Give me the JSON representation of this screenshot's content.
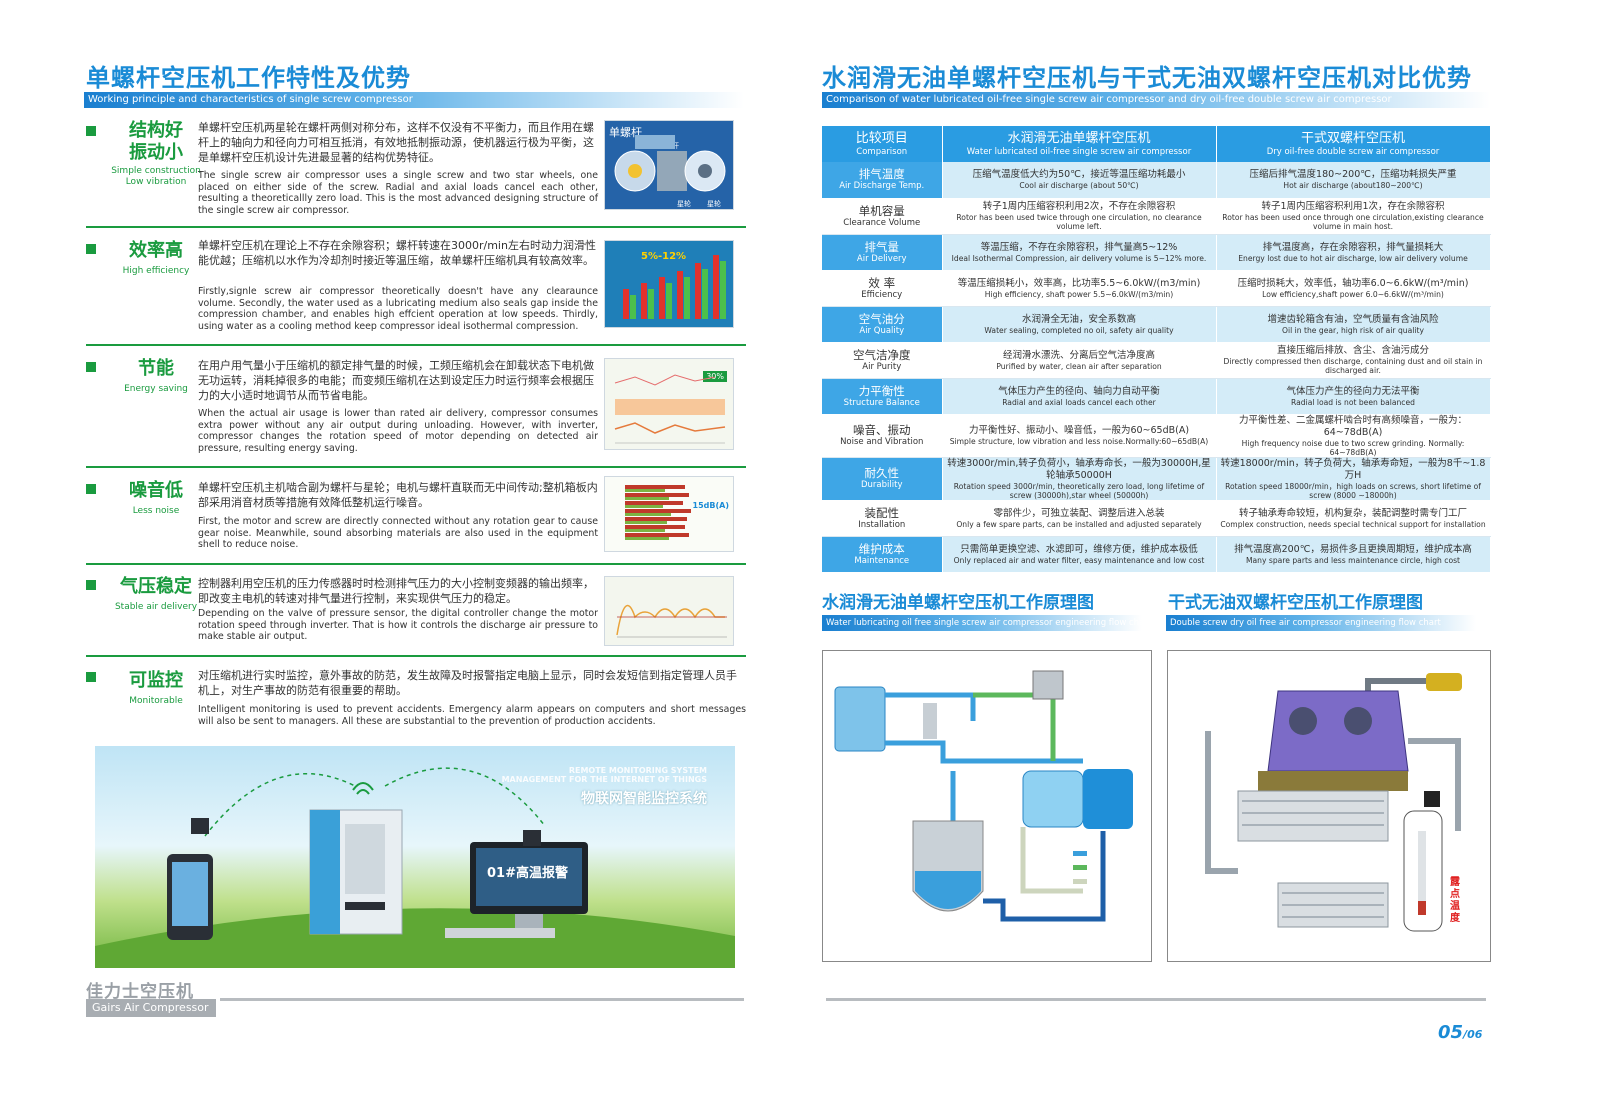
{
  "left": {
    "title": "单螺杆空压机工作特性及优势",
    "subtitle": "Working principle and characteristics of single screw compressor",
    "features": [
      {
        "title_zh": "结构好\n振动小",
        "title_en": "Simple construction\nLow vibration",
        "text_zh": "单螺杆空压机两星轮在螺杆两侧对称分布，这样不仅没有不平衡力，而且作用在螺杆上的轴向力和径向力可相互抵消，有效地抵制振动源，使机器运行极为平衡，这是单螺杆空压机设计先进最显著的结构优势特征。",
        "text_en": "The single screw air compressor uses a single screw and two star wheels, one placed on either side of the screw. Radial and axial loads cancel each other, resulting a theoreticallly zero load. This is the most advanced designing structure of the single screw air compressor.",
        "image_label": "单螺杆",
        "image_sublabels": [
          "螺杆",
          "星轮",
          "星轮"
        ]
      },
      {
        "title_zh": "效率高",
        "title_en": "High efficiency",
        "text_zh": "单螺杆空压机在理论上不存在余隙容积；螺杆转速在3000r/min左右时动力润滑性能优越；压缩机以水作为冷却剂时接近等温压缩，故单螺杆压缩机具有较高效率。",
        "text_en": "Firstly,signle screw air compressor theoretically doesn't have any clearaunce volume. Secondly, the water used as a lubricating medium also seals gap inside the compression chamber, and enables high effcient operation at low speeds. Thirdly, using water as a cooling method keep compressor ideal isothermal compression.",
        "image_label": "5%-12%"
      },
      {
        "title_zh": "节能",
        "title_en": "Energy saving",
        "text_zh": "在用户用气量小于压缩机的额定排气量的时候，工频压缩机会在卸载状态下电机做无功运转，消耗掉很多的电能；而变频压缩机在达到设定压力时运行频率会根据压力的大小适时地调节从而节省电能。",
        "text_en": "When the actual air usage is lower than rated air delivery, compressor consumes extra power without any air output during unloading. However, with inverter, compressor changes the rotation speed of motor depending on detected air pressure, resulting energy saving.",
        "image_label": "30%"
      },
      {
        "title_zh": "噪音低",
        "title_en": "Less noise",
        "text_zh": "单螺杆空压机主机啮合副为螺杆与星轮；电机与螺杆直联而无中间传动;整机箱板内部采用消音材质等措施有效降低整机运行噪音。",
        "text_en": "First, the motor and screw are directly connected without any rotation gear to cause gear noise. Meanwhile, sound absorbing materials are also used in the equipment shell to reduce noise.",
        "image_label": "15dB(A)"
      },
      {
        "title_zh": "气压稳定",
        "title_en": "Stable air delivery",
        "text_zh": "控制器利用空压机的压力传感器时时检测排气压力的大小控制变频器的输出频率，即改变主电机的转速对排气量进行控制，来实现供气压力的稳定。",
        "text_en": "Depending on the valve of pressure sensor, the digital controller change the motor rotation speed through inverter. That is how it controls the discharge air pressure to make stable air output."
      },
      {
        "title_zh": "可监控",
        "title_en": "Monitorable",
        "text_zh": "对压缩机进行实时监控，意外事故的防范，发生故障及时报警指定电脑上显示，同时会发短信到指定管理人员手机上，对生产事故的防范有很重要的帮助。",
        "text_en": "Intelligent monitoring is used to prevent accidents. Emergency alarm appears on computers and short messages will also be sent to managers. All these are substantial to the prevention of production accidents."
      }
    ],
    "banner": {
      "en_line1": "REMOTE MONITORING SYSTEM",
      "en_line2": "MANAGEMENT FOR THE INTERNET OF THINGS",
      "zh": "物联网智能监控系统",
      "monitor_text": "01#高温报警"
    },
    "brand_zh": "佳力士空压机",
    "brand_en": "Gairs Air Compressor"
  },
  "right": {
    "title": "水润滑无油单螺杆空压机与干式无油双螺杆空压机对比优势",
    "subtitle": "Comparison of water lubricated oil-free single screw air compressor and dry oil-free double screw air compressor",
    "table": {
      "headers": [
        {
          "zh": "比较项目",
          "en": "Comparison"
        },
        {
          "zh": "水润滑无油单螺杆空压机",
          "en": "Water lubricated oil-free single screw air compressor"
        },
        {
          "zh": "干式双螺杆空压机",
          "en": "Dry oil-free double screw air compressor"
        }
      ],
      "rows": [
        [
          {
            "zh": "排气温度",
            "en": "Air Discharge Temp."
          },
          {
            "zh": "压缩气温度低大约为50℃，接近等温压缩功耗最小",
            "en": "Cool air discharge (about 50℃)"
          },
          {
            "zh": "压缩后排气温度180~200℃，压缩功耗损失严重",
            "en": "Hot air discharge (about180~200℃)"
          }
        ],
        [
          {
            "zh": "单机容量",
            "en": "Clearance Volume"
          },
          {
            "zh": "转子1周内压缩容积利用2次，不存在余隙容积",
            "en": "Rotor has been used twice through one circulation, no clearance volume left."
          },
          {
            "zh": "转子1周内压缩容积利用1次，存在余隙容积",
            "en": "Rotor has been used once through one circulation,existing clearance volume in main host."
          }
        ],
        [
          {
            "zh": "排气量",
            "en": "Air Delivery"
          },
          {
            "zh": "等温压缩，不存在余隙容积，排气量高5~12%",
            "en": "Ideal Isothermal Compression, air delivery volume is 5~12% more."
          },
          {
            "zh": "排气温度高，存在余隙容积，排气量损耗大",
            "en": "Energy lost due to hot air discharge, low air delivery volume"
          }
        ],
        [
          {
            "zh": "效 率",
            "en": "Efficiency"
          },
          {
            "zh": "等温压缩损耗小，效率高，比功率5.5~6.0kW/(m3/min)",
            "en": "High efficiency, shaft power 5.5~6.0kW/(m3/min)"
          },
          {
            "zh": "压缩时损耗大，效率低，轴功率6.0~6.6kW/(m³/min)",
            "en": "Low efficiency,shaft power 6.0~6.6kW/(m³/min)"
          }
        ],
        [
          {
            "zh": "空气油分",
            "en": "Air Quality"
          },
          {
            "zh": "水润滑全无油，安全系数高",
            "en": "Water sealing, completed no oil, safety air quality"
          },
          {
            "zh": "增速齿轮箱含有油，空气质量有含油风险",
            "en": "Oil in the gear, high risk of air quality"
          }
        ],
        [
          {
            "zh": "空气洁净度",
            "en": "Air Purity"
          },
          {
            "zh": "经润滑水漂洗、分离后空气洁净度高",
            "en": "Purified by water, clean air after separation"
          },
          {
            "zh": "直接压缩后排放、含尘、含油污成分",
            "en": "Directly compressed then discharge, containing dust and oil stain in discharged air."
          }
        ],
        [
          {
            "zh": "力平衡性",
            "en": "Structure Balance"
          },
          {
            "zh": "气体压力产生的径向、轴向力自动平衡",
            "en": "Radial and axial loads cancel each other"
          },
          {
            "zh": "气体压力产生的径向力无法平衡",
            "en": "Radial load is not been balanced"
          }
        ],
        [
          {
            "zh": "噪音、振动",
            "en": "Noise and Vibration"
          },
          {
            "zh": "力平衡性好、振动小、噪音低，一般为60~65dB(A)",
            "en": "Simple structure, low vibration and less noise.Normally:60~65dB(A)"
          },
          {
            "zh": "力平衡性差、二金属螺杆啮合时有高频噪音，一般为：64~78dB(A)",
            "en": "High frequency noise due to two screw grinding. Normally: 64~78dB(A)"
          }
        ],
        [
          {
            "zh": "耐久性",
            "en": "Durability"
          },
          {
            "zh": "转速3000r/min,转子负荷小，轴承寿命长，一般为30000H,星轮轴承50000H",
            "en": "Rotation speed 3000r/min, theoretically zero load, long lifetime of screw (30000h),star wheel (50000h)"
          },
          {
            "zh": "转速18000r/min，转子负荷大，轴承寿命短，一般为8千~1.8万H",
            "en": "Rotation speed 18000r/min，high loads on screws, short lifetime of screw (8000 ~18000h)"
          }
        ],
        [
          {
            "zh": "装配性",
            "en": "Installation"
          },
          {
            "zh": "零部件少，可独立装配、调整后进入总装",
            "en": "Only a few spare parts, can be installed and adjusted separately"
          },
          {
            "zh": "转子轴承寿命较短，机构复杂，装配调整时需专门工厂",
            "en": "Complex construction, needs special technical support for installation"
          }
        ],
        [
          {
            "zh": "维护成本",
            "en": "Maintenance"
          },
          {
            "zh": "只需简单更换空滤、水滤即可，维修方便，维护成本极低",
            "en": "Only replaced air and water filter, easy maintenance and low cost"
          },
          {
            "zh": "排气温度高200℃，易损件多且更换周期短，维护成本高",
            "en": "Many spare parts and less maintenance circle, high cost"
          }
        ]
      ]
    },
    "diagram1": {
      "title": "水润滑无油单螺杆空压机工作原理图",
      "subtitle": "Water lubricating oil free single screw air compressor engineering flow chart"
    },
    "diagram2": {
      "title": "干式无油双螺杆空压机工作原理图",
      "subtitle": "Double screw dry oil free air compressor engineering flow chart",
      "warning": "露点温度"
    },
    "page_number": "05",
    "page_number_small": "/06"
  },
  "colors": {
    "title_blue": "#1a8bd6",
    "feature_green": "#1a9b3f",
    "table_header": "#2a9ce2",
    "table_row_light": "#d4ecf8"
  }
}
